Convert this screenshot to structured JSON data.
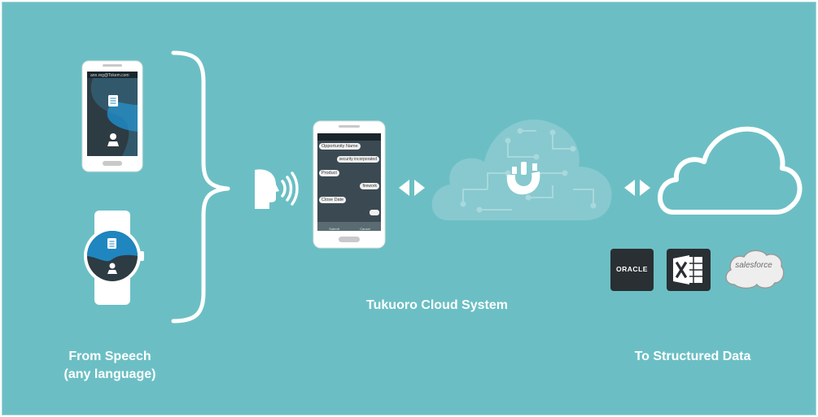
{
  "captions": {
    "from_speech_line1": "From Speech",
    "from_speech_line2": "(any language)",
    "cloud_system": "Tukuoro Cloud System",
    "structured_data": "To Structured Data"
  },
  "phone_left": {
    "status_text": "ann.reg@Tokem.com"
  },
  "phone_center": {
    "rows": [
      "Opportunity Name",
      "security incorporated",
      "Product",
      "firework",
      "Close Date"
    ],
    "bottom_buttons": [
      "Submit",
      "Cancel"
    ]
  },
  "logos": {
    "oracle": "ORACLE",
    "salesforce": "salesforce"
  },
  "colors": {
    "background": "#6bbfc4",
    "white": "#ffffff",
    "phone_dark": "#2d3b43",
    "accent_blue": "#1f86c0"
  }
}
